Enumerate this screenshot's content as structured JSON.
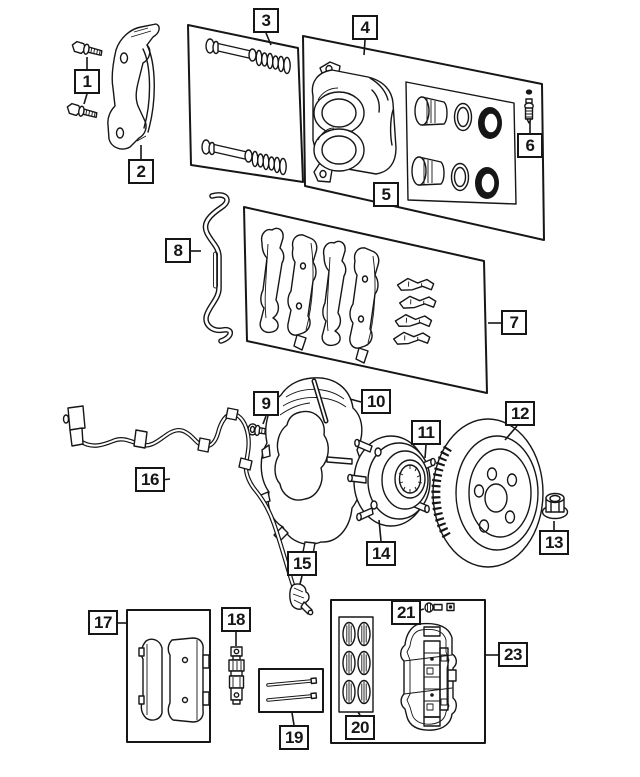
{
  "diagram": {
    "kind": "exploded-parts-diagram",
    "subject": "front-disc-brake-assembly",
    "background_color": "#ffffff",
    "line_color": "#161616",
    "callout_box_color": "#ffffff",
    "callouts": [
      {
        "label": "1",
        "part": "adapter-mounting-bolts"
      },
      {
        "label": "2",
        "part": "caliper-adapter-bracket"
      },
      {
        "label": "3",
        "part": "guide-pin-and-boot-kit"
      },
      {
        "label": "4",
        "part": "disc-brake-caliper"
      },
      {
        "label": "5",
        "part": "caliper-piston-and-seal-kit"
      },
      {
        "label": "6",
        "part": "bleeder-screw"
      },
      {
        "label": "7",
        "part": "brake-pad-kit-with-clips"
      },
      {
        "label": "8",
        "part": "anti-rattle-spring"
      },
      {
        "label": "9",
        "part": "shield-mounting-screw"
      },
      {
        "label": "10",
        "part": "brake-splash-shield"
      },
      {
        "label": "11",
        "part": "wheel-stud"
      },
      {
        "label": "12",
        "part": "brake-rotor"
      },
      {
        "label": "13",
        "part": "hub-nut"
      },
      {
        "label": "14",
        "part": "hub-and-bearing-assembly"
      },
      {
        "label": "15",
        "part": "wheel-speed-sensor-head"
      },
      {
        "label": "16",
        "part": "speed-sensor-wiring-harness"
      },
      {
        "label": "17",
        "part": "brake-pad-set"
      },
      {
        "label": "18",
        "part": "retainer-clip"
      },
      {
        "label": "19",
        "part": "guide-pin-set"
      },
      {
        "label": "20",
        "part": "caliper-piston-set"
      },
      {
        "label": "21",
        "part": "bleeder-screw-performance"
      },
      {
        "label": "23",
        "part": "performance-brake-caliper"
      }
    ]
  }
}
